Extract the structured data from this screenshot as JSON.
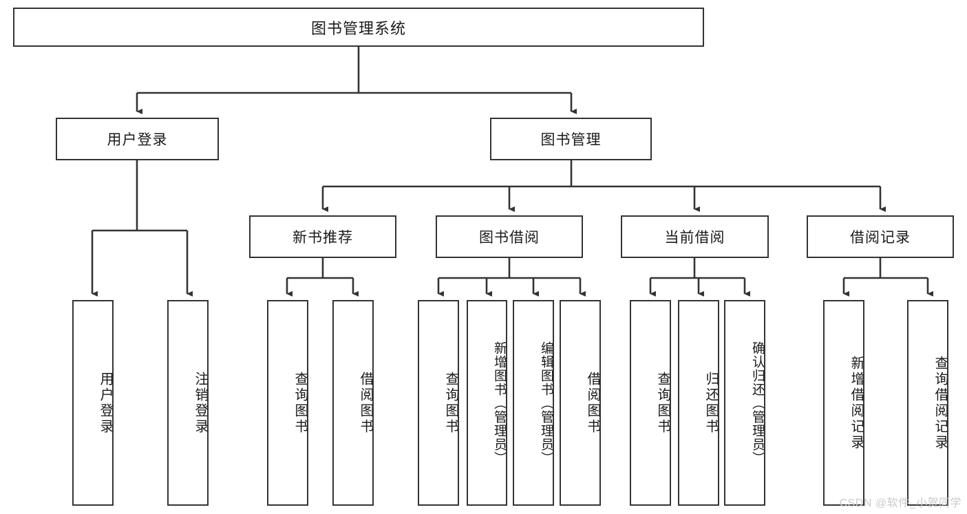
{
  "diagram": {
    "title": "图书管理系统",
    "type": "tree",
    "root": {
      "label": "图书管理系统"
    },
    "level2": [
      {
        "label": "用户登录"
      },
      {
        "label": "图书管理"
      }
    ],
    "level3": [
      {
        "label": "新书推荐"
      },
      {
        "label": "图书借阅"
      },
      {
        "label": "当前借阅"
      },
      {
        "label": "借阅记录"
      }
    ],
    "leaves": {
      "user_login": [
        {
          "label": "用户登录"
        },
        {
          "label": "注销登录"
        }
      ],
      "new_book": [
        {
          "label": "查询图书"
        },
        {
          "label": "借阅图书"
        }
      ],
      "book_borrow": [
        {
          "label": "查询图书"
        },
        {
          "label": "新增图书（管理员）"
        },
        {
          "label": "编辑图书（管理员）"
        },
        {
          "label": "借阅图书"
        }
      ],
      "current_borrow": [
        {
          "label": "查询图书"
        },
        {
          "label": "归还图书"
        },
        {
          "label": "确认归还（管理员）"
        }
      ],
      "borrow_record": [
        {
          "label": "新增借阅记录"
        },
        {
          "label": "查询借阅记录"
        }
      ]
    }
  },
  "watermark": {
    "text": "CSDN @软件_小贺同学"
  },
  "colors": {
    "stroke": "#333333",
    "background": "#ffffff",
    "text": "#1a1a1a",
    "watermark": "#c9c9c9"
  }
}
